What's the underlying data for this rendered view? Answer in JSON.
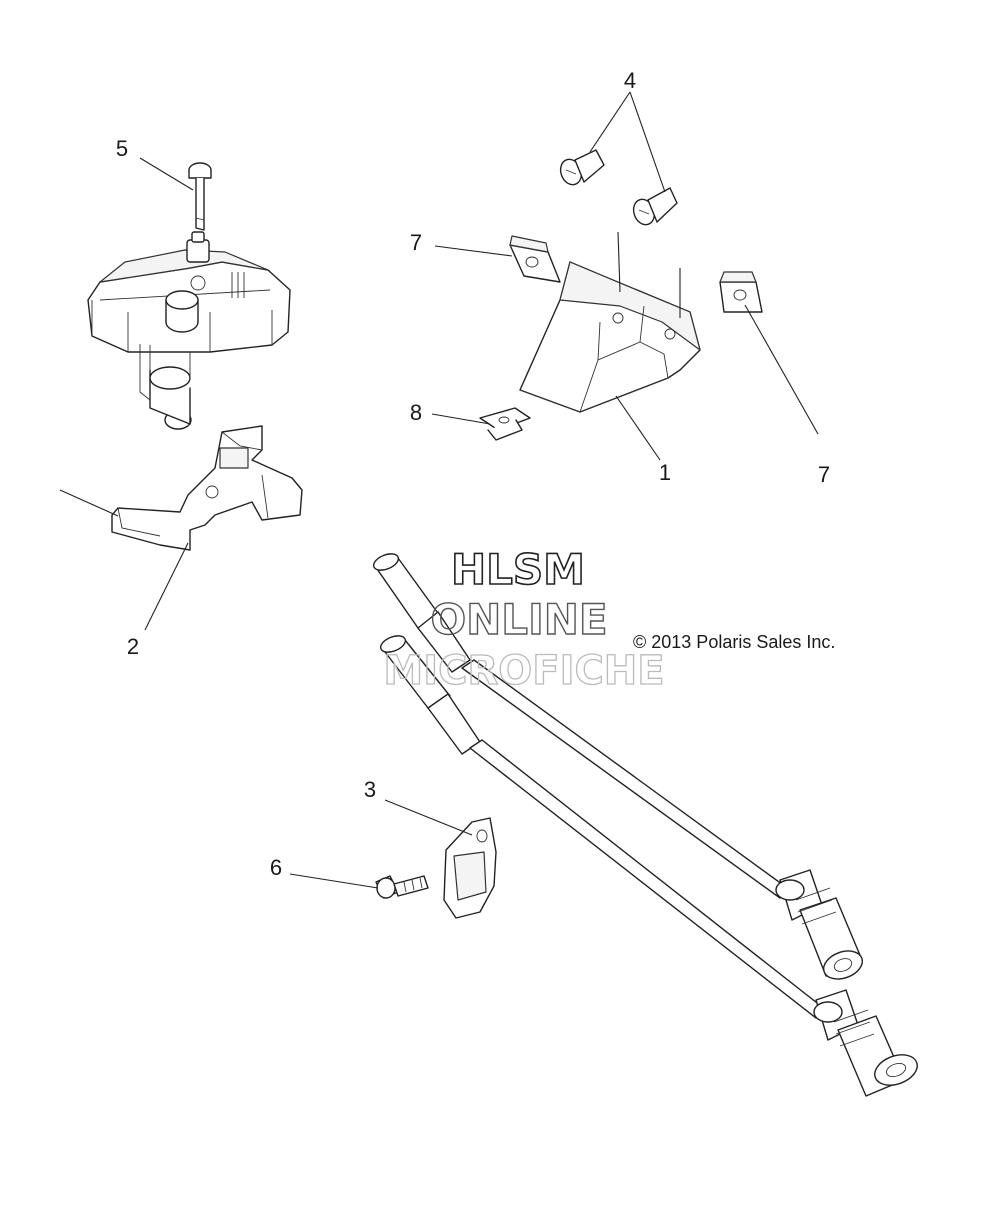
{
  "callouts": {
    "c1": "1",
    "c2": "2",
    "c3": "3",
    "c4": "4",
    "c5": "5",
    "c6": "6",
    "c7a": "7",
    "c7b": "7",
    "c8": "8"
  },
  "watermark": {
    "line1": "HLSM",
    "line2": "ONLINE",
    "line3": "MICROFICHE"
  },
  "copyright": "© 2013 Polaris Sales Inc."
}
